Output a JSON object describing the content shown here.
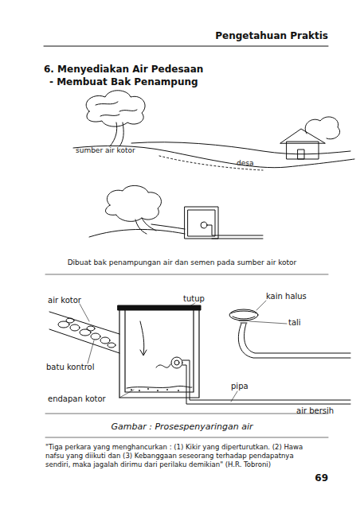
{
  "diagram": {
    "title": "6. Menyediakan Air Pedesaan",
    "caption": "Gambar : Prosespenyaringan air",
    "labels": [
      "Pengetahuan Praktis",
      "- Membuat Bak Penampung",
      "sumber air kotor",
      "desa",
      "Dibuat bak penampungan air dan semen pada sumber air kotor",
      "air kotor",
      "tutup",
      "kain halus",
      "tali",
      "batu kontrol",
      "endapan kotor",
      "pipa",
      "air bersih",
      "\"Tiga perkara yang menghancurkan : (1) Kikir yang diperturutkan. (2) Hawa nafsu yang diikuti dan (3) Kebanggaan seseorang terhadap pendapatnya sendiri, maka jagalah dirimu dari perilaku demikian\" (H.R. Tobroni)",
      "69"
    ]
  }
}
